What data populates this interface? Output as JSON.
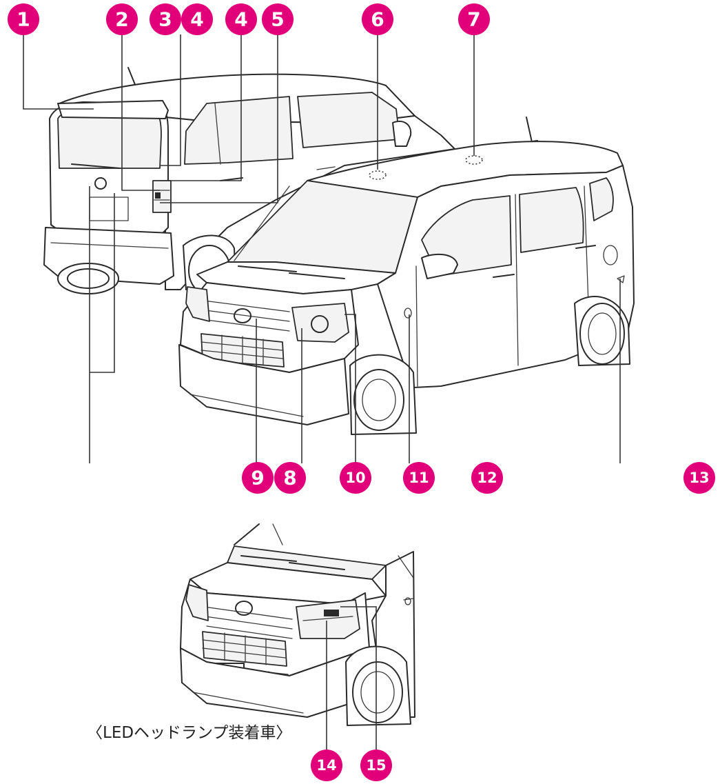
{
  "markers": {
    "m1": "1",
    "m2": "2",
    "m3": "3",
    "m4a": "4",
    "m4b": "4",
    "m5": "5",
    "m6": "6",
    "m7": "7",
    "m8": "8",
    "m9": "9",
    "m10": "10",
    "m11": "11",
    "m12": "12",
    "m13": "13",
    "m14": "14",
    "m15": "15"
  },
  "caption": "〈LEDヘッドランプ装着車〉",
  "colors": {
    "marker": "#e2007a",
    "line_art": "#2a2a2a"
  }
}
